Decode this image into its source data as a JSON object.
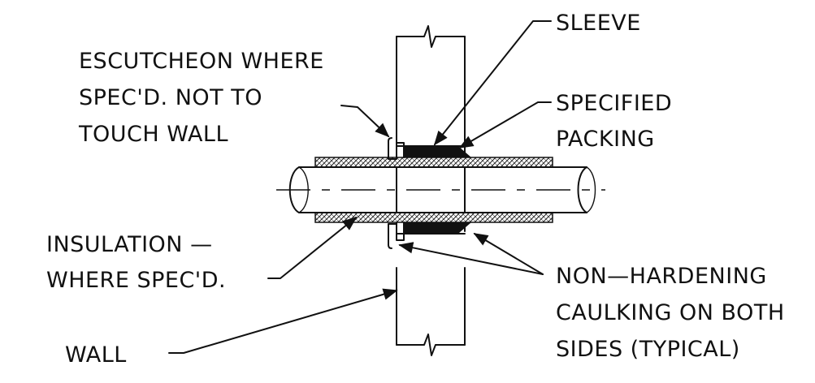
{
  "labels": {
    "sleeve": "SLEEVE",
    "escutcheon": [
      "ESCUTCHEON WHERE",
      "SPEC'D. NOT TO",
      "TOUCH WALL"
    ],
    "packing": [
      "SPECIFIED",
      "PACKING"
    ],
    "insulation": [
      "INSULATION —",
      "WHERE SPEC'D."
    ],
    "caulking": [
      "NON—HARDENING",
      "CAULKING ON BOTH",
      "SIDES (TYPICAL)"
    ],
    "wall": "WALL"
  }
}
